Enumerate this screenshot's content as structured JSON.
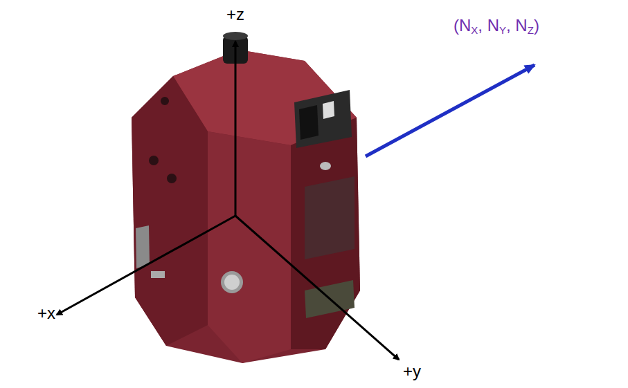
{
  "diagram": {
    "labels": [
      "+z",
      "+x",
      "+y",
      "(NX, NY, NZ)"
    ]
  }
}
